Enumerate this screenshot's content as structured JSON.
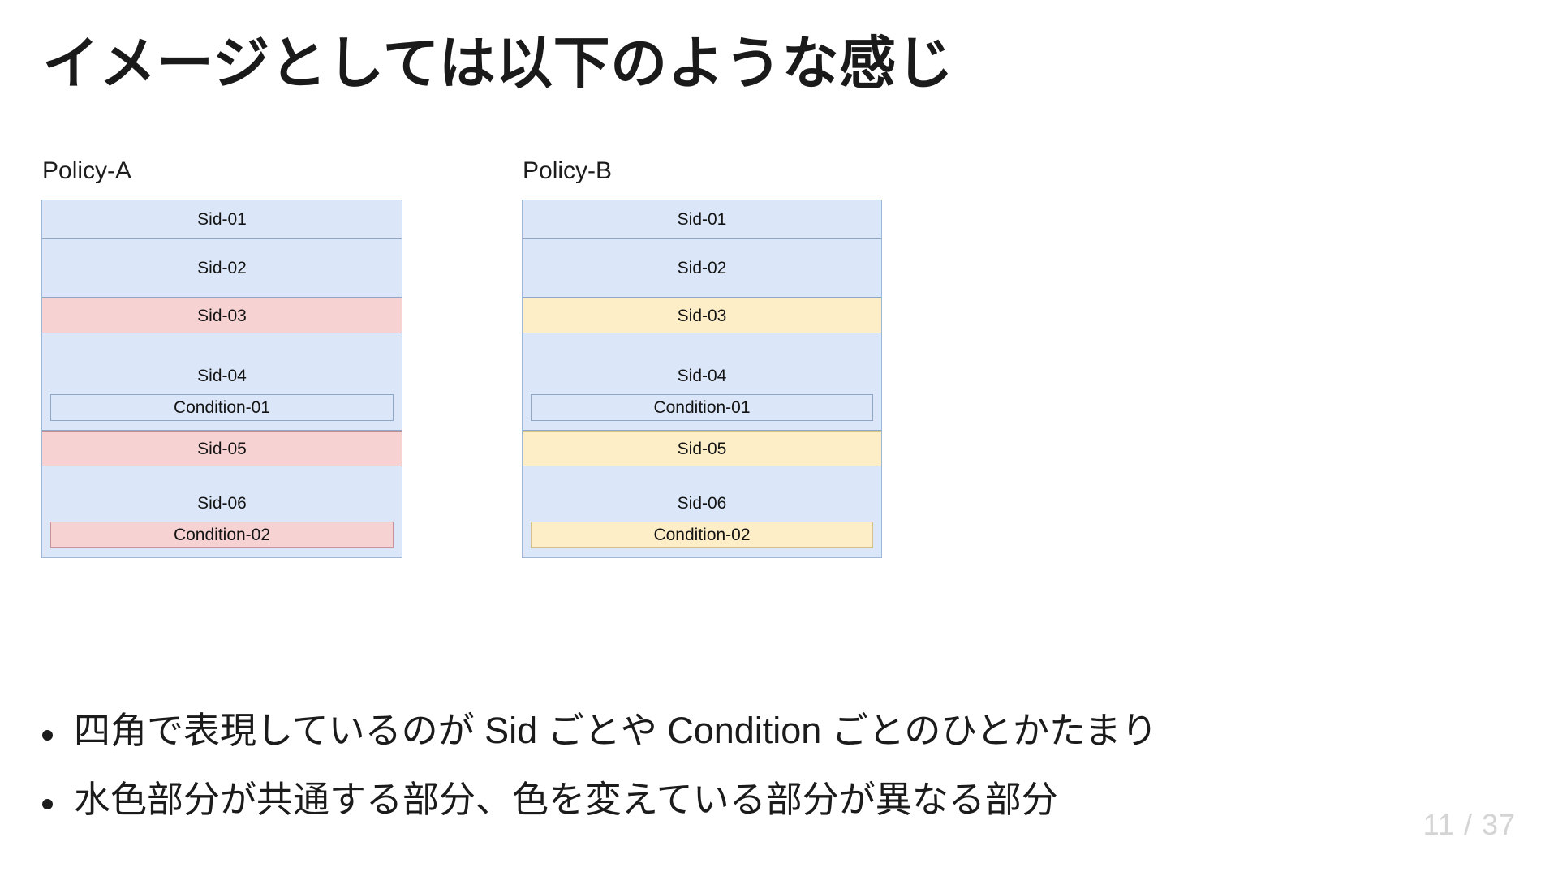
{
  "slide": {
    "title": "イメージとしては以下のような感じ",
    "page_indicator": "11 / 37"
  },
  "colors": {
    "common_blue_fill": "#dbe7f8",
    "common_blue_border": "#8fa8c6",
    "diff_a_fill": "#f7d2d2",
    "diff_b_fill": "#fdeec7",
    "page_number_color": "#d4d4d4",
    "text_color": "#1b1b1b"
  },
  "diagram": {
    "columns": [
      {
        "label": "Policy-A",
        "diff_color": "red",
        "rows": [
          {
            "label": "Sid-01",
            "color": "blue",
            "size": "small",
            "condition": null
          },
          {
            "label": "Sid-02",
            "color": "blue",
            "size": "mid",
            "condition": null
          },
          {
            "label": "Sid-03",
            "color": "red",
            "size": "thin",
            "condition": null
          },
          {
            "label": "Sid-04",
            "color": "blue",
            "size": "tall",
            "condition": {
              "label": "Condition-01",
              "color": "blue"
            }
          },
          {
            "label": "Sid-05",
            "color": "red",
            "size": "thin",
            "condition": null
          },
          {
            "label": "Sid-06",
            "color": "blue",
            "size": "tall2",
            "condition": {
              "label": "Condition-02",
              "color": "red"
            }
          }
        ]
      },
      {
        "label": "Policy-B",
        "diff_color": "yellow",
        "rows": [
          {
            "label": "Sid-01",
            "color": "blue",
            "size": "small",
            "condition": null
          },
          {
            "label": "Sid-02",
            "color": "blue",
            "size": "mid",
            "condition": null
          },
          {
            "label": "Sid-03",
            "color": "yellow",
            "size": "thin",
            "condition": null
          },
          {
            "label": "Sid-04",
            "color": "blue",
            "size": "tall",
            "condition": {
              "label": "Condition-01",
              "color": "blue"
            }
          },
          {
            "label": "Sid-05",
            "color": "yellow",
            "size": "thin",
            "condition": null
          },
          {
            "label": "Sid-06",
            "color": "blue",
            "size": "tall2",
            "condition": {
              "label": "Condition-02",
              "color": "yellow"
            }
          }
        ]
      }
    ]
  },
  "bullets": [
    "四角で表現しているのが Sid ごとや Condition ごとのひとかたまり",
    "水色部分が共通する部分、色を変えている部分が異なる部分"
  ]
}
